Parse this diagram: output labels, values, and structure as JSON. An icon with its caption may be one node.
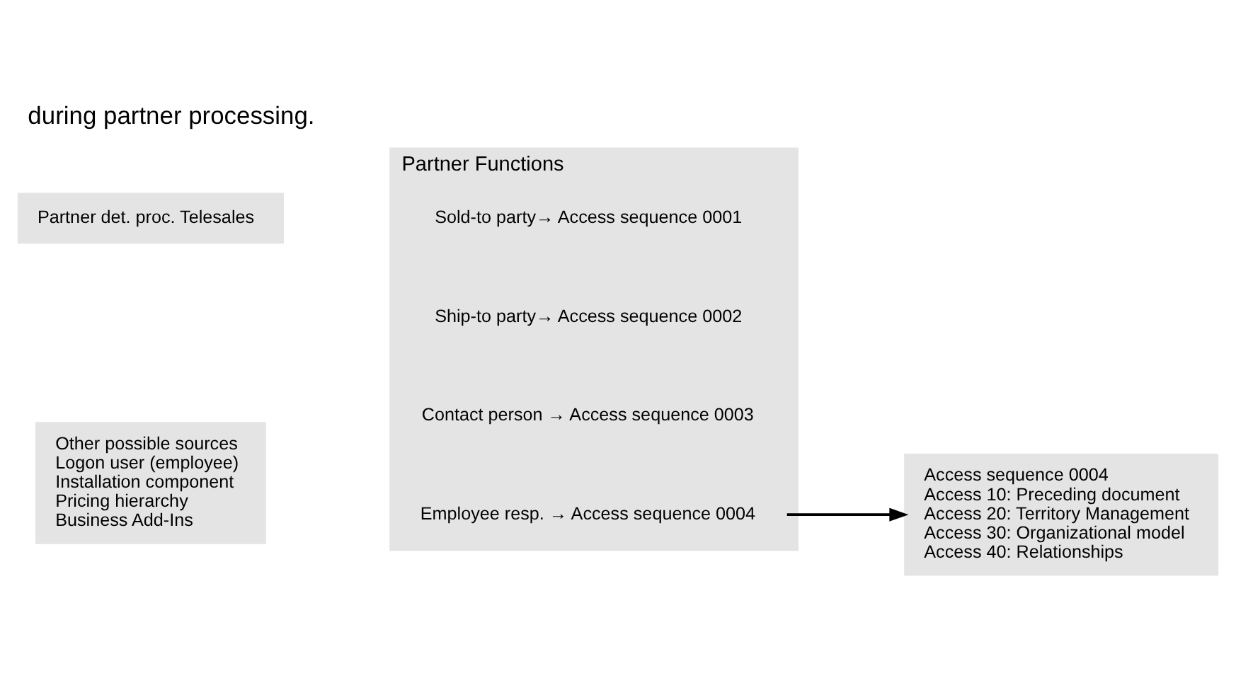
{
  "diagram": {
    "title": "during partner processing.",
    "nodes": [
      {
        "text": [
          "Partner det. proc. Telesales"
        ]
      },
      {
        "text": [
          "Partner Functions"
        ]
      },
      {
        "text": [
          "Sold-to party→ Access sequence 0001"
        ],
        "in": 1
      },
      {
        "text": [
          "Ship-to party→ Access sequence 0002"
        ],
        "in": 1
      },
      {
        "text": [
          "Contact person → Access sequence 0003"
        ],
        "in": 1
      },
      {
        "text": [
          "Employee resp. → Access sequence 0004"
        ],
        "in": 1
      },
      {
        "text": [
          "Access sequence 0004",
          "Access 10: Preceding document",
          "Access 20: Territory Management",
          "Access 30: Organizational model",
          "Access 40: Relationships"
        ]
      },
      {
        "text": [
          "Other possible sources",
          "Logon user (employee)",
          "Installation component",
          "Pricing hierarchy",
          "Business Add-Ins"
        ]
      }
    ],
    "edges": [
      {
        "from": 5,
        "to": 6,
        "arrow": "to"
      }
    ]
  }
}
